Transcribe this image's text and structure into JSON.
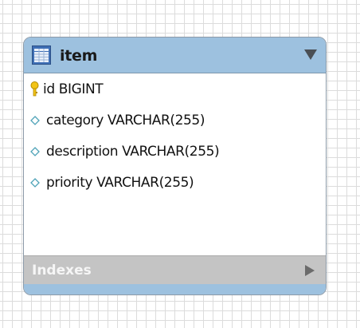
{
  "canvas": {
    "background": "#ffffff",
    "grid_color": "#dcdcdc"
  },
  "table": {
    "name": "item",
    "icon": "table-icon",
    "header_color": "#9dc1df",
    "collapse_icon": "triangle-down-icon",
    "columns": [
      {
        "label": "id BIGINT",
        "icon": "key-icon",
        "is_primary_key": true
      },
      {
        "label": "category VARCHAR(255)",
        "icon": "diamond-icon",
        "is_primary_key": false
      },
      {
        "label": "description VARCHAR(255)",
        "icon": "diamond-icon",
        "is_primary_key": false
      },
      {
        "label": "priority VARCHAR(255)",
        "icon": "diamond-icon",
        "is_primary_key": false
      }
    ],
    "indexes": {
      "label": "Indexes",
      "expand_icon": "triangle-right-icon",
      "background": "#c4c4c4"
    }
  }
}
